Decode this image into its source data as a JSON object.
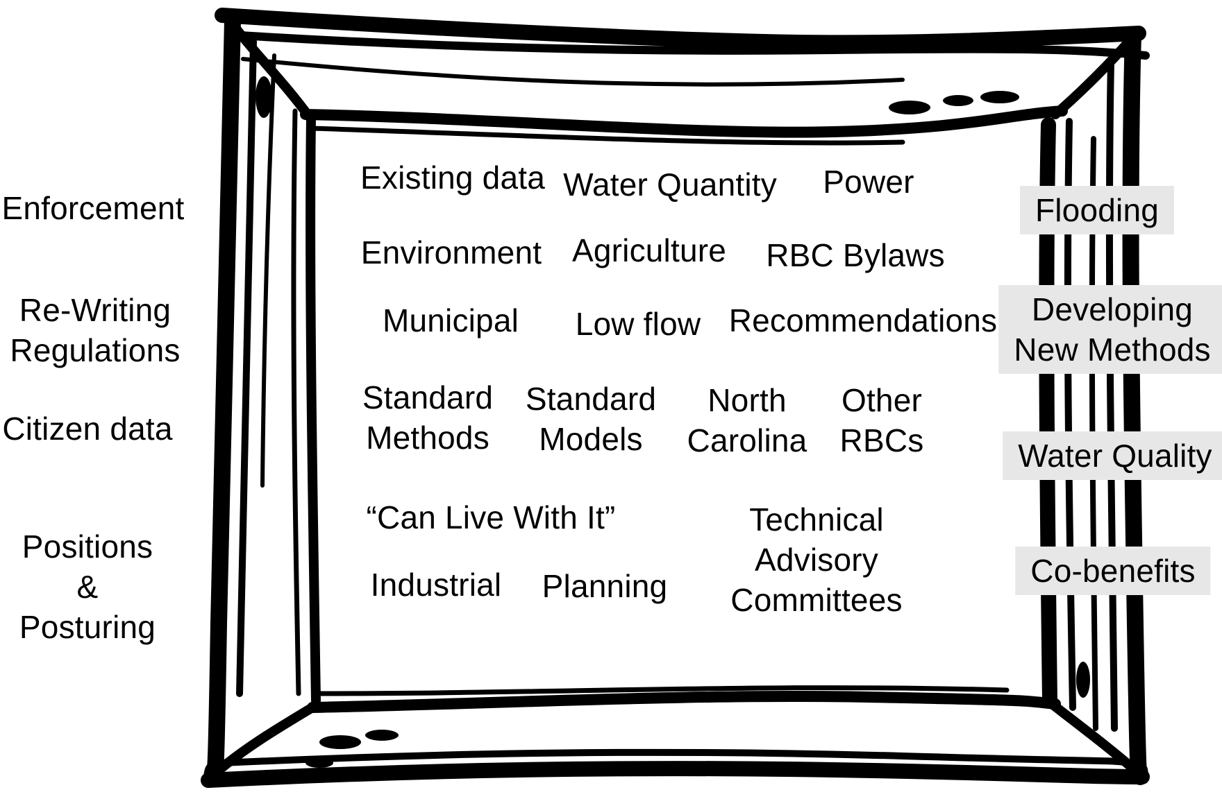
{
  "outside_left": [
    {
      "id": "enforcement",
      "lines": [
        "Enforcement"
      ]
    },
    {
      "id": "rewriting",
      "lines": [
        "Re-Writing",
        "Regulations"
      ]
    },
    {
      "id": "citizen",
      "lines": [
        "Citizen data"
      ]
    },
    {
      "id": "positions",
      "lines": [
        "Positions",
        "&",
        "Posturing"
      ]
    }
  ],
  "inside_frame": [
    {
      "id": "existing-data",
      "lines": [
        "Existing data"
      ]
    },
    {
      "id": "water-quantity",
      "lines": [
        "Water Quantity"
      ]
    },
    {
      "id": "power",
      "lines": [
        "Power"
      ]
    },
    {
      "id": "environment",
      "lines": [
        "Environment"
      ]
    },
    {
      "id": "agriculture",
      "lines": [
        "Agriculture"
      ]
    },
    {
      "id": "rbc-bylaws",
      "lines": [
        "RBC Bylaws"
      ]
    },
    {
      "id": "municipal",
      "lines": [
        "Municipal"
      ]
    },
    {
      "id": "low-flow",
      "lines": [
        "Low flow"
      ]
    },
    {
      "id": "recommendations",
      "lines": [
        "Recommendations"
      ]
    },
    {
      "id": "standard-methods",
      "lines": [
        "Standard",
        "Methods"
      ]
    },
    {
      "id": "standard-models",
      "lines": [
        "Standard",
        "Models"
      ]
    },
    {
      "id": "north-carolina",
      "lines": [
        "North",
        "Carolina"
      ]
    },
    {
      "id": "other-rbcs",
      "lines": [
        "Other",
        "RBCs"
      ]
    },
    {
      "id": "can-live-with-it",
      "lines": [
        "“Can Live With It”"
      ]
    },
    {
      "id": "technical-advisory",
      "lines": [
        "Technical",
        "Advisory",
        "Committees"
      ]
    },
    {
      "id": "industrial",
      "lines": [
        "Industrial"
      ]
    },
    {
      "id": "planning",
      "lines": [
        "Planning"
      ]
    }
  ],
  "outside_right": [
    {
      "id": "flooding",
      "lines": [
        "Flooding"
      ]
    },
    {
      "id": "developing-new-methods",
      "lines": [
        "Developing",
        "New Methods"
      ]
    },
    {
      "id": "water-quality",
      "lines": [
        "Water Quality"
      ]
    },
    {
      "id": "co-benefits",
      "lines": [
        "Co-benefits"
      ]
    }
  ],
  "colors": {
    "frame": "#000000",
    "box_fill": "#e7e7e7",
    "text": "#000000"
  }
}
